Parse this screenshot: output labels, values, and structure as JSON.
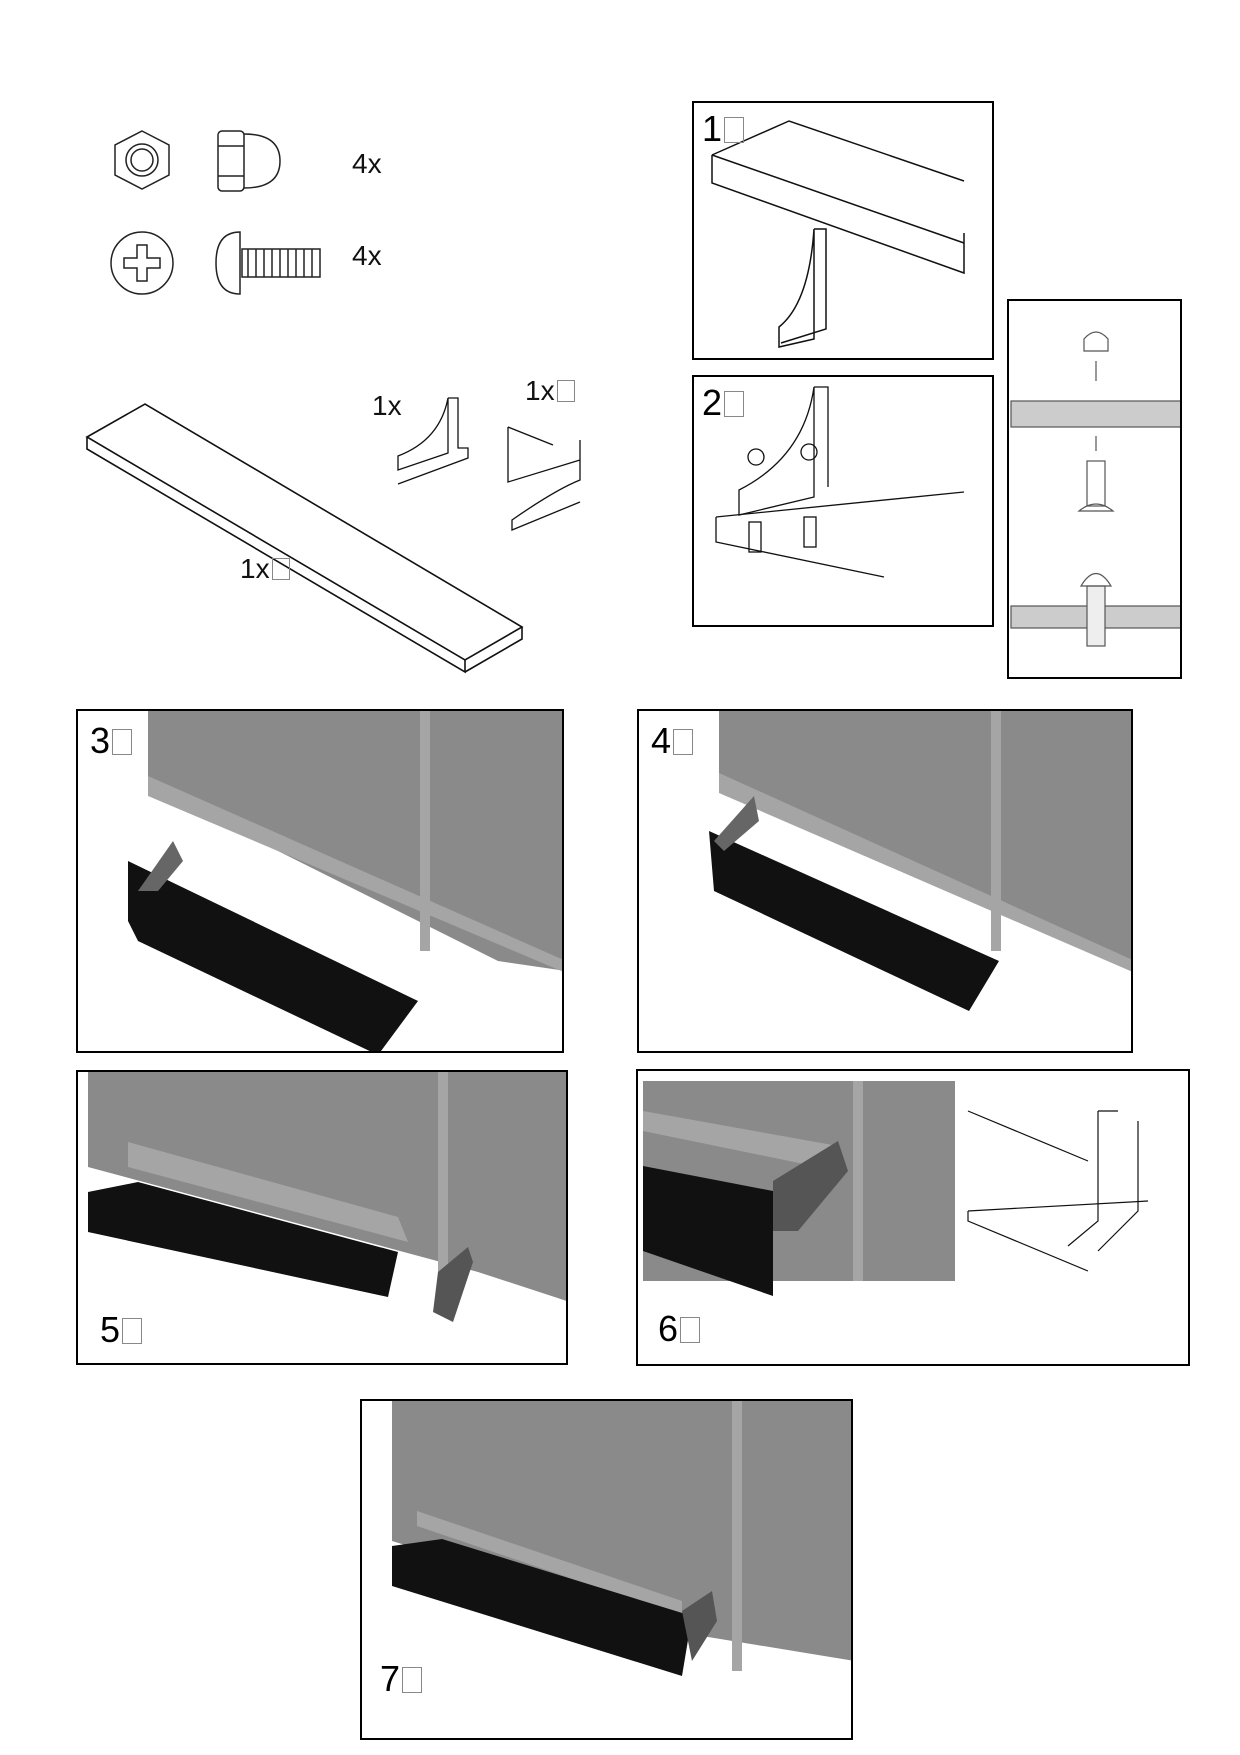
{
  "parts": {
    "cap_nut_qty": "4x",
    "screw_qty": "4x",
    "bracket_left_qty": "1x",
    "bracket_right_qty": "1x",
    "rail_qty": "1x"
  },
  "steps": [
    "1",
    "2",
    "3",
    "4",
    "5",
    "6",
    "7"
  ],
  "colors": {
    "panel": "#8a8a8a",
    "panel_light": "#a5a5a5",
    "rail": "#111111",
    "line": "#000000"
  }
}
